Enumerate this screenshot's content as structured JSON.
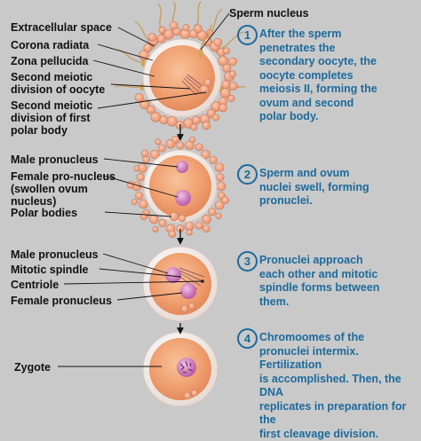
{
  "labels": {
    "sperm_nucleus": "Sperm nucleus",
    "extracellular_space": "Extracellular space",
    "corona_radiata": "Corona radiata",
    "zona_pellucida": "Zona pellucida",
    "second_meiotic_oocyte": [
      "Second meiotic",
      "division of oocyte"
    ],
    "second_meiotic_polar": [
      "Second meiotic",
      "division of first",
      "polar body"
    ],
    "male_pronucleus_1": "Male pronucleus",
    "female_pronucleus_1": [
      "Female pro-nucleus",
      "(swollen ovum",
      "nucleus)"
    ],
    "polar_bodies": "Polar bodies",
    "male_pronucleus_2": "Male pronucleus",
    "mitotic_spindle": "Mitotic spindle",
    "centriole": "Centriole",
    "female_pronucleus_2": "Female pronucleus",
    "zygote": "Zygote"
  },
  "steps": [
    {
      "number": "1",
      "text": [
        "After the sperm",
        "penetrates the",
        "secondary oocyte, the",
        "oocyte completes",
        "meiosis II, forming the",
        "ovum and second",
        "polar body."
      ]
    },
    {
      "number": "2",
      "text": [
        "Sperm and ovum",
        "nuclei swell, forming",
        "pronuclei."
      ]
    },
    {
      "number": "3",
      "text": [
        "Pronuclei approach",
        "each other and mitotic",
        "spindle forms between",
        "them."
      ]
    },
    {
      "number": "4",
      "text": [
        "Chromoomes of the",
        "pronuclei intermix. Fertilization",
        "is accomplished. Then, the DNA",
        "replicates in preparation for the",
        "first cleavage division."
      ]
    }
  ],
  "colors": {
    "background": "#c9c9c9",
    "step_text": "#1c6a9c",
    "cytoplasm": "#f0a070",
    "zona": "#f3e9e3",
    "corona_cells": "#f3a27e",
    "nucleus": "#c86fb2"
  }
}
